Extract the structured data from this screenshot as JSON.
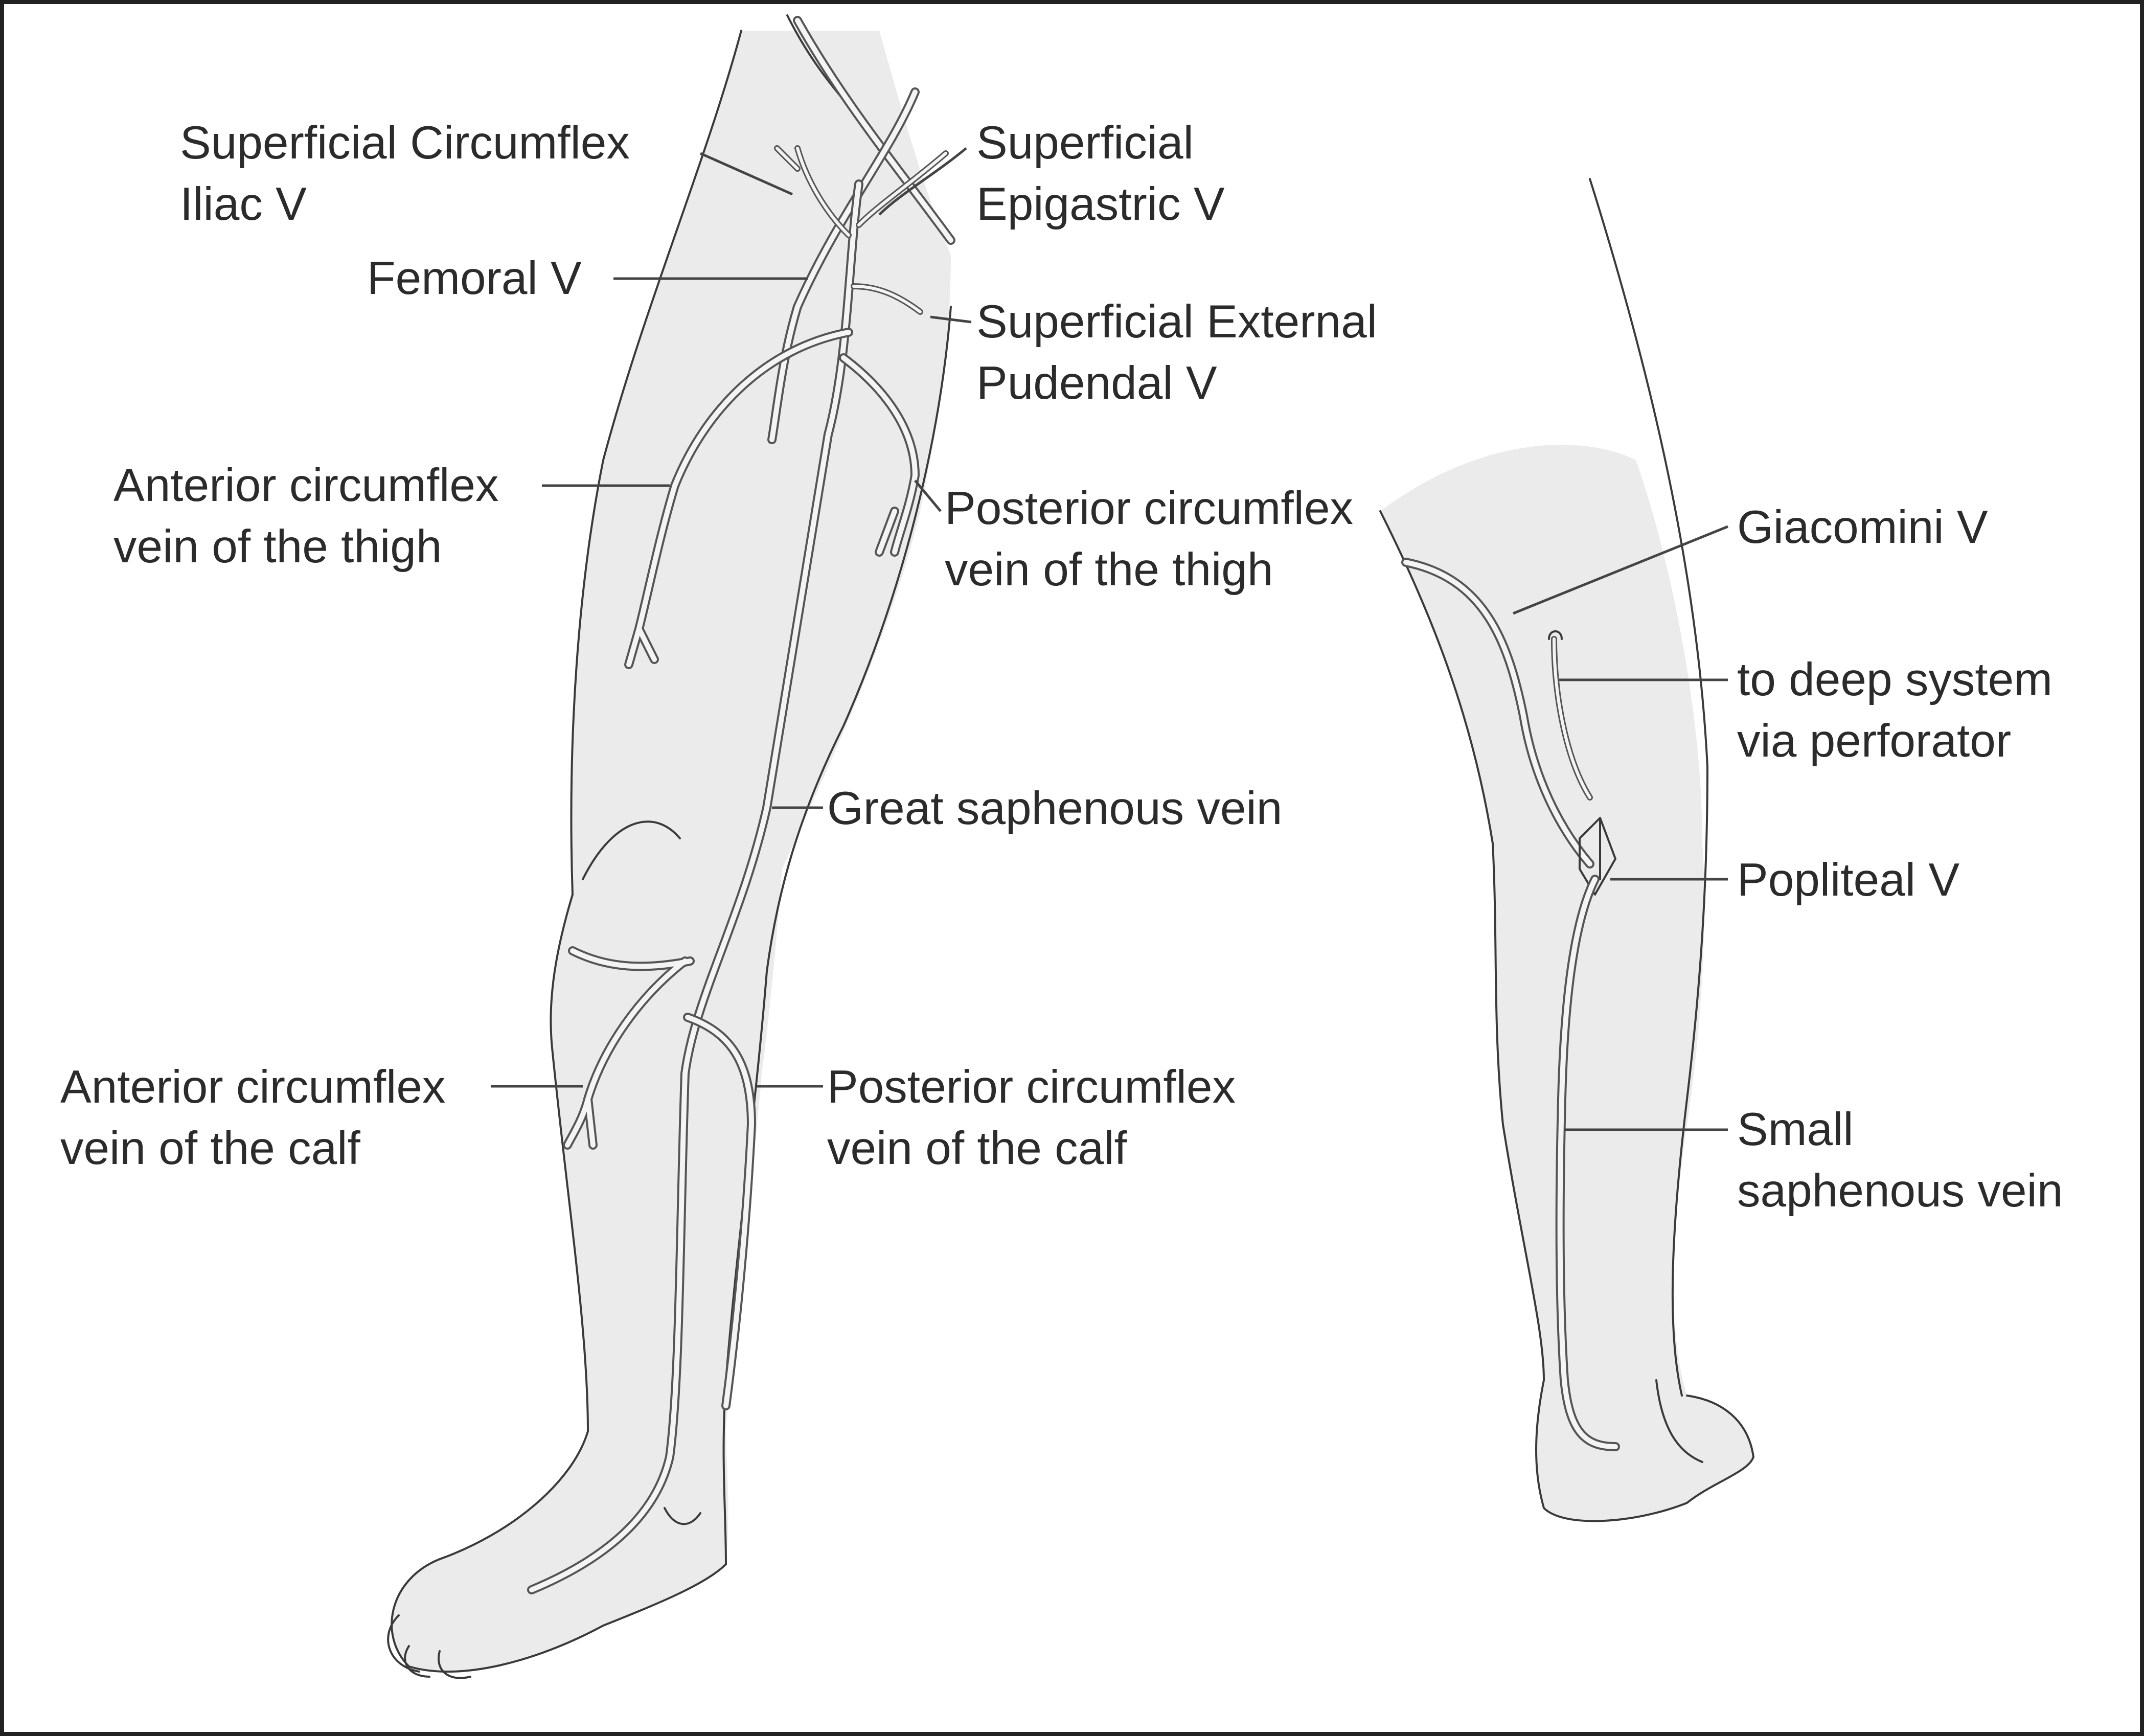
{
  "labels": {
    "superficial_circumflex_iliac_v": [
      "Superficial Circumflex",
      "Iliac V"
    ],
    "superficial_epigastric_v": [
      "Superficial",
      "Epigastric V"
    ],
    "femoral_v": [
      "Femoral V"
    ],
    "superficial_external_pudendal_v": [
      "Superficial External",
      "Pudendal V"
    ],
    "anterior_circumflex_thigh": [
      "Anterior circumflex",
      "vein of the thigh"
    ],
    "posterior_circumflex_thigh": [
      "Posterior circumflex",
      "vein of the thigh"
    ],
    "great_saphenous_vein": [
      "Great saphenous vein"
    ],
    "anterior_circumflex_calf": [
      "Anterior circumflex",
      "vein of the calf"
    ],
    "posterior_circumflex_calf": [
      "Posterior circumflex",
      "vein of the calf"
    ],
    "giacomini_v": [
      "Giacomini V"
    ],
    "to_deep_system": [
      "to deep system",
      "via perforator"
    ],
    "popliteal_v": [
      "Popliteal V"
    ],
    "small_saphenous_vein": [
      "Small",
      "saphenous vein"
    ]
  }
}
